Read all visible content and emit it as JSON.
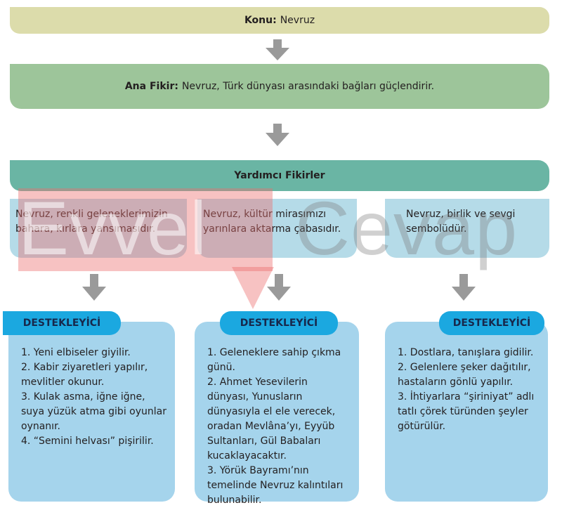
{
  "topic": {
    "label": "Konu:",
    "value": "Nevruz"
  },
  "main_idea": {
    "label": "Ana Fikir:",
    "value": "Nevruz, Türk dünyası arasındaki bağları güçlendirir."
  },
  "supporting_header": "Yardımcı Fikirler",
  "ideas": [
    "Nevruz, renkli geleneklerimizin bahara, kırlara yansımasıdır.",
    "Nevruz, kültür mirasımızı yarınlara aktarma çabasıdır.",
    "Nevruz, birlik ve sevgi sembolüdür."
  ],
  "support_tab": "DESTEKLEYİCİ",
  "columns": [
    [
      "1. Yeni elbiseler giyilir.",
      "2. Kabir ziyaretleri yapılır, mevlitler okunur.",
      "3. Kulak asma, iğne iğne, suya yüzük atma gibi oyunlar oynanır.",
      "4. “Semini helvası” pişirilir."
    ],
    [
      "1. Geleneklere sahip çıkma günü.",
      "2. Ahmet Yesevilerin dünyası, Yunusların dünyasıyla el ele verecek, oradan Mevlâna’yı, Eyyüb Sultanları, Gül Babaları kucaklayacaktır.",
      "3. Yörük Bayramı’nın temelinde Nevruz kalıntıları bulunabilir."
    ],
    [
      "1. Dostlara, tanışlara gidilir.",
      "2. Gelenlere şeker dağıtılır, hastaların gönlü yapılır.",
      "3. İhtiyarlara “şiriniyat” adlı tatlı çörek türünden şeyler götürülür."
    ]
  ],
  "watermark": {
    "part1": "Evvel",
    "part2": "Cevap"
  },
  "colors": {
    "topic": "#dcdcab",
    "main": "#9dc59a",
    "header": "#6ab5a4",
    "idea": "#b5dbe8",
    "column": "#a5d4ec",
    "tab": "#1ba8e0",
    "arrow": "#9a9a9a"
  }
}
